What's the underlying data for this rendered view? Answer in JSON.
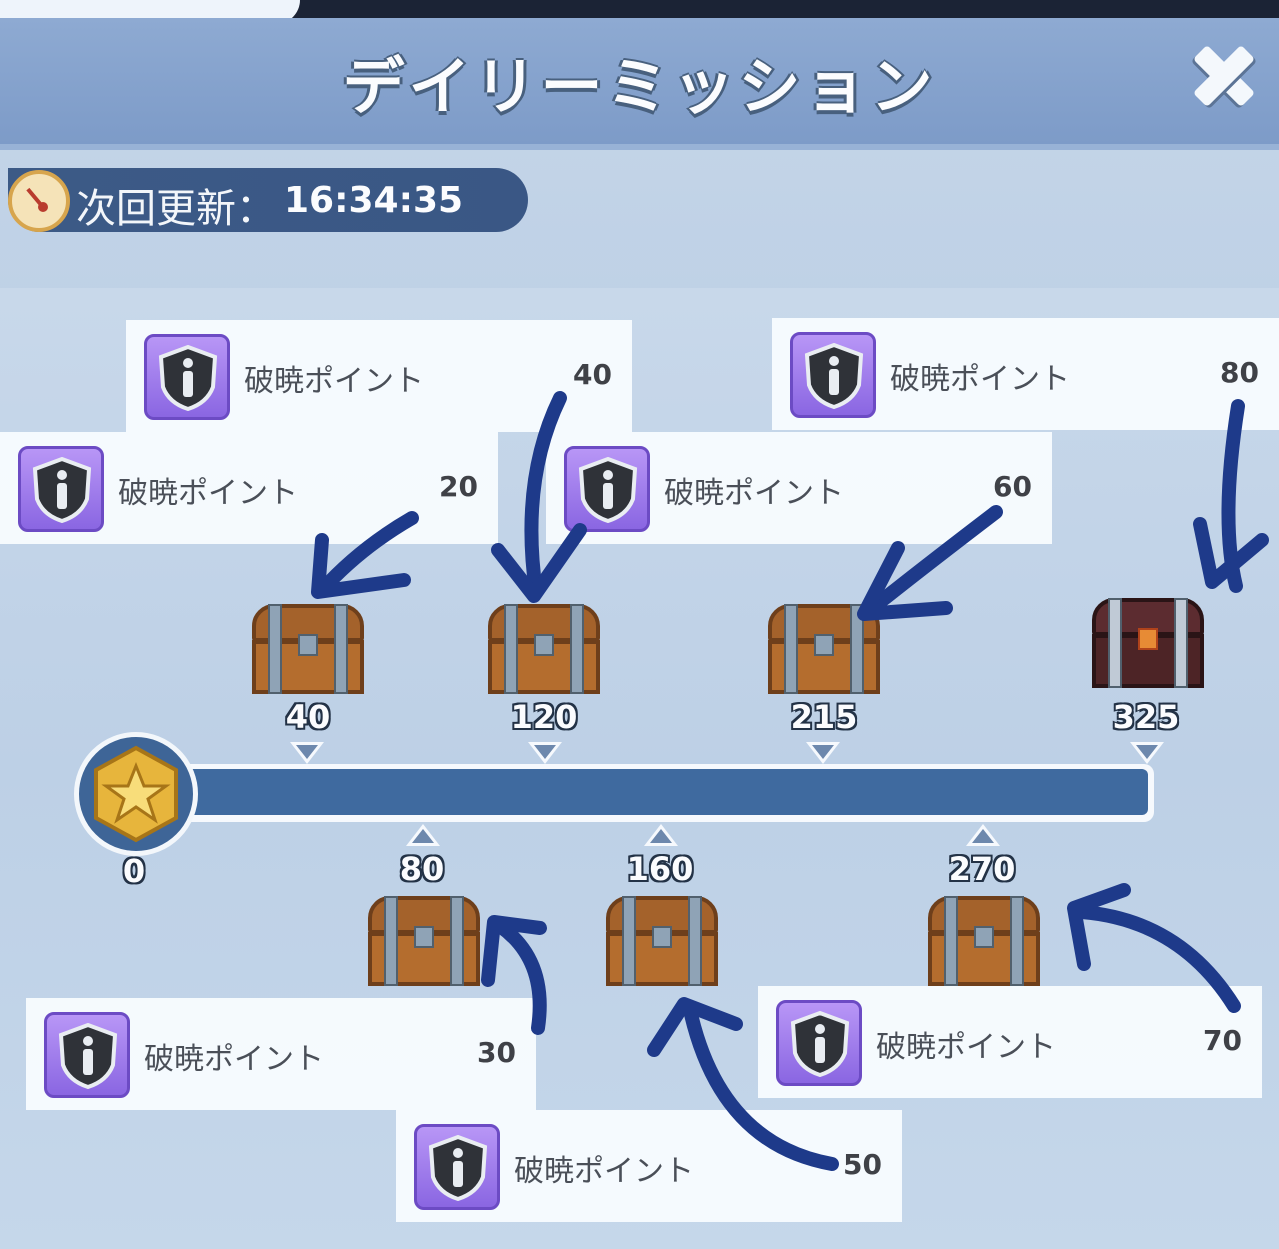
{
  "header": {
    "title": "デイリーミッション"
  },
  "timer": {
    "label": "次回更新：",
    "value": "16:34:35"
  },
  "progress": {
    "current": 0,
    "max": 325,
    "start_label": "0"
  },
  "milestones_top": [
    {
      "value": "40",
      "chest": "wooden"
    },
    {
      "value": "120",
      "chest": "wooden"
    },
    {
      "value": "215",
      "chest": "wooden"
    },
    {
      "value": "325",
      "chest": "epic"
    }
  ],
  "milestones_bottom": [
    {
      "value": "80",
      "chest": "wooden"
    },
    {
      "value": "160",
      "chest": "wooden"
    },
    {
      "value": "270",
      "chest": "wooden"
    }
  ],
  "missions": [
    {
      "label": "破暁ポイント",
      "points": "40"
    },
    {
      "label": "破暁ポイント",
      "points": "80"
    },
    {
      "label": "破暁ポイント",
      "points": "20"
    },
    {
      "label": "破暁ポイント",
      "points": "60"
    },
    {
      "label": "破暁ポイント",
      "points": "30"
    },
    {
      "label": "破暁ポイント",
      "points": "70"
    },
    {
      "label": "破暁ポイント",
      "points": "50"
    }
  ],
  "colors": {
    "bar": "#3f6a9f",
    "badge": "#9b78ea",
    "arrow": "#1e3a8a",
    "header": "#8eaad2"
  },
  "icons": {
    "close": "close-icon",
    "timer": "clock-icon",
    "mission": "shield-info-icon",
    "start": "star-medal-icon"
  }
}
